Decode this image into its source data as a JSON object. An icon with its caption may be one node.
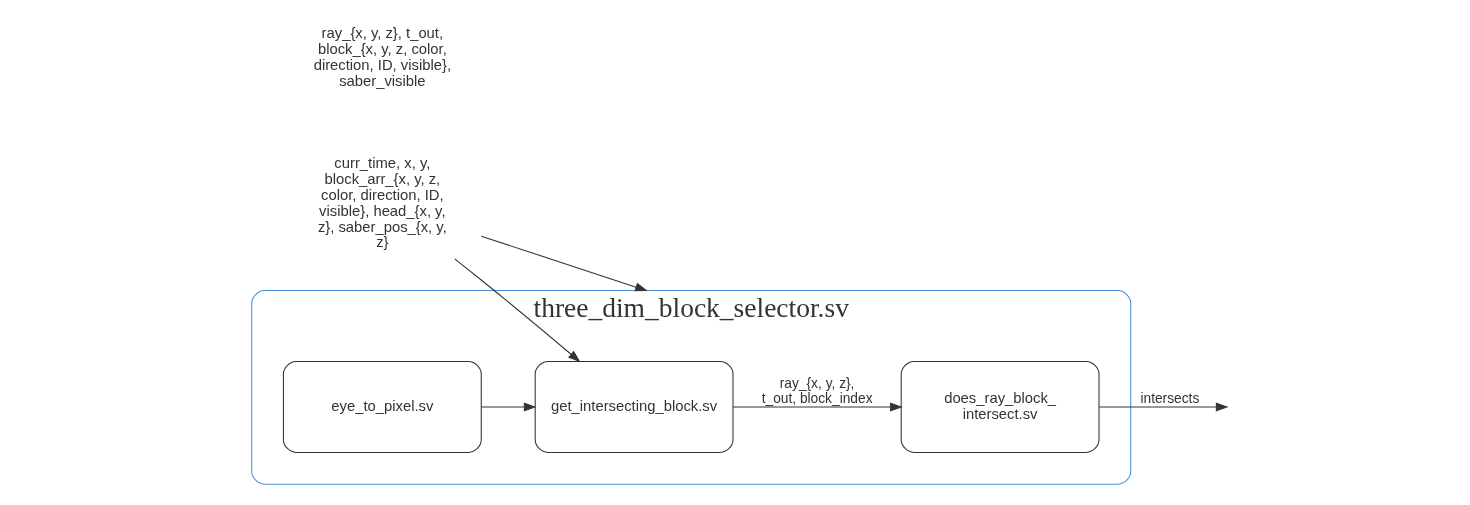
{
  "diagram": {
    "nodes": [
      {
        "text": [
          "three_dim_block_selector.sv"
        ]
      },
      {
        "text": [
          "curr_time, x, y, block_arr_{x, y, z, color, direction, ID, visible}, head_{x, y, z}, saber_pos_{x, y, z}"
        ]
      },
      {
        "text": [
          "get_intersecting_block.sv"
        ],
        "in": 0
      },
      {
        "text": [
          "eye_to_pixel.sv"
        ],
        "in": 0
      },
      {
        "text": [
          "does_ray_block_ intersect.sv"
        ],
        "in": 0
      }
    ],
    "edges": [
      {
        "from": 1,
        "to": 0,
        "arrow": "to"
      },
      {
        "from": 1,
        "to": 2,
        "arrow": "to"
      },
      {
        "from": 3,
        "to": 2,
        "arrow": "to"
      },
      {
        "from": 2,
        "to": 4,
        "arrow": "to",
        "label": "ray_{x, y, z}, t_out, block_index"
      },
      {
        "from": 4,
        "to": null,
        "arrow": "to",
        "label": "intersects"
      }
    ],
    "labels": [
      "ray_{x, y, z}, t_out, block_{x, y, z, color, direction, ID, visible}, saber_visible"
    ]
  }
}
